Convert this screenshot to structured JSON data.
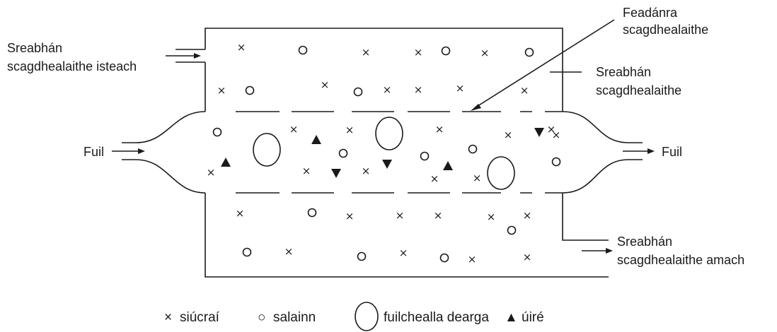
{
  "labels": {
    "inlet_line1": "Sreabhán",
    "inlet_line2": "scagdhealaithe isteach",
    "tube_line1": "Feadánra",
    "tube_line2": "scagdhealaithe",
    "fluid_line1": "Sreabhán",
    "fluid_line2": "scagdhealaithe",
    "blood_in": "Fuil",
    "blood_out": "Fuil",
    "outlet_line1": "Sreabhán",
    "outlet_line2": "scagdhealaithe amach"
  },
  "legend": {
    "sugar_symbol": "×",
    "sugar": "siúcraí",
    "salt_symbol": "○",
    "salt": "salainn",
    "rbc": "fuilchealla dearga",
    "urea_symbol": "▲",
    "urea": "úiré"
  },
  "colors": {
    "ink": "#1a1a1a",
    "background": "#ffffff"
  }
}
